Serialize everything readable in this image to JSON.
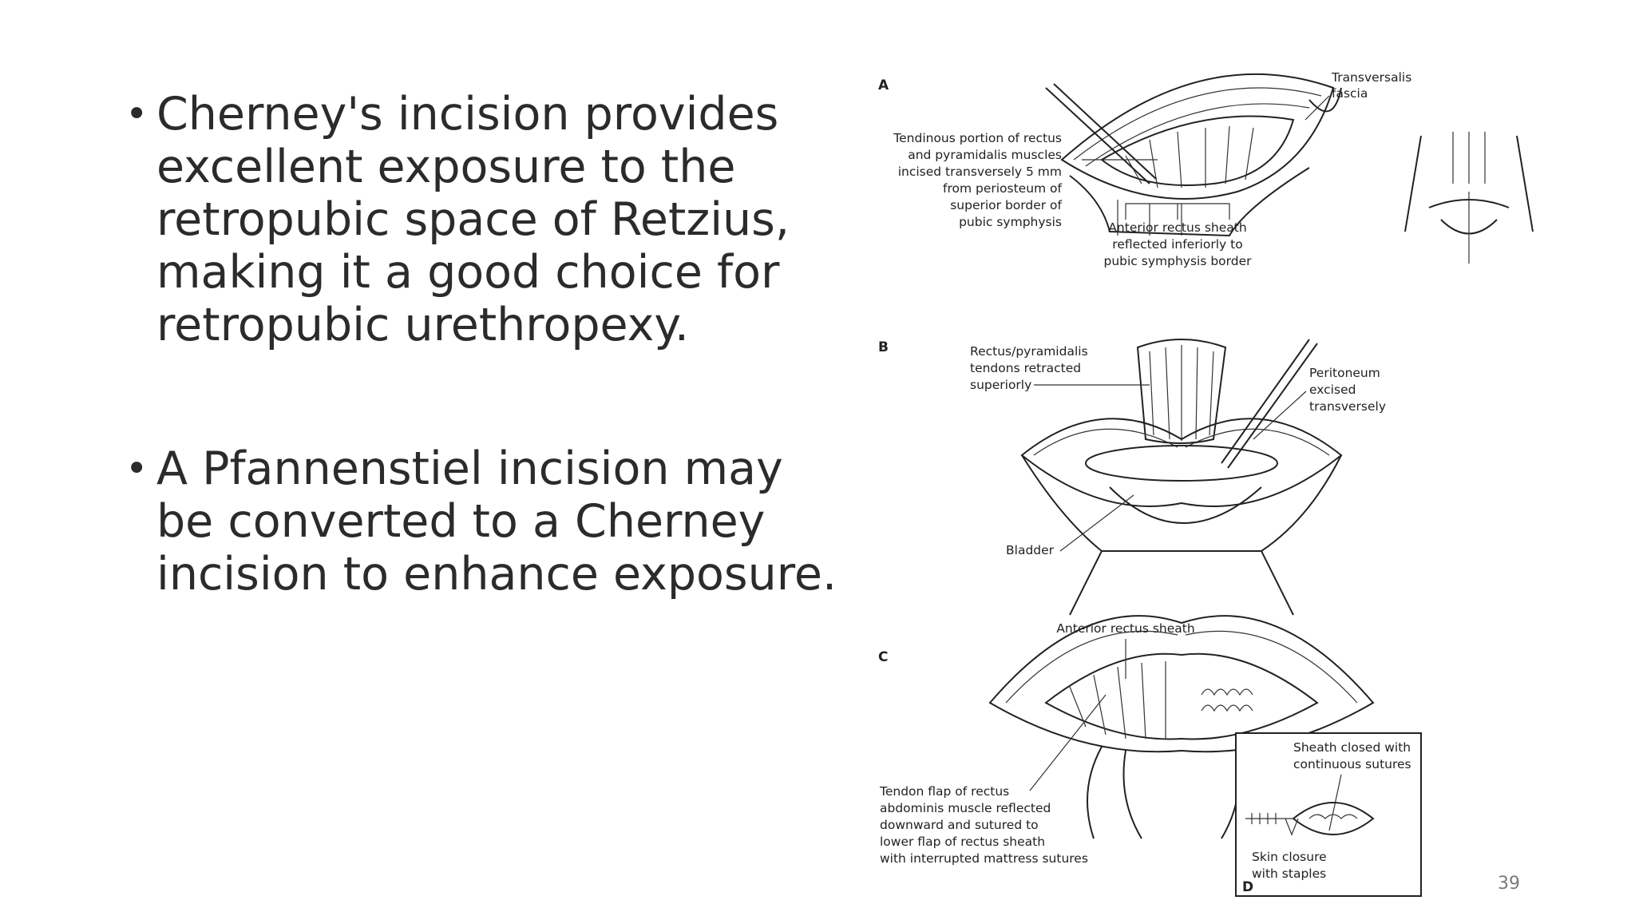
{
  "bullets": [
    "Cherney's incision provides excellent exposure to the retropubic space of Retzius, making it a good choice for retropubic urethropexy.",
    "A Pfannenstiel incision may be converted to a Cherney incision to enhance exposure."
  ],
  "figure": {
    "panel_a": {
      "letter": "A",
      "label_transversalis": [
        "Transversalis",
        "fascia"
      ],
      "label_tendinous": [
        "Tendinous portion of rectus",
        "and pyramidalis muscles",
        "incised transversely 5 mm",
        "from periosteum of",
        "superior border of",
        "pubic symphysis"
      ],
      "label_anterior_sheath": [
        "Anterior rectus sheath",
        "reflected inferiorly to",
        "pubic symphysis border"
      ]
    },
    "panel_b": {
      "letter": "B",
      "label_rectus": [
        "Rectus/pyramidalis",
        "tendons retracted",
        "superiorly"
      ],
      "label_peritoneum": [
        "Peritoneum",
        "excised",
        "transversely"
      ],
      "label_bladder": "Bladder"
    },
    "panel_c": {
      "letter": "C",
      "label_anterior_sheath": "Anterior rectus sheath",
      "label_tendon_flap": [
        "Tendon flap of rectus",
        "abdominis muscle reflected",
        "downward and sutured to",
        "lower flap of rectus sheath",
        "with interrupted mattress sutures"
      ]
    },
    "panel_d": {
      "letter": "D",
      "label_sheath_closed": [
        "Sheath closed with",
        "continuous sutures"
      ],
      "label_skin_closure": [
        "Skin closure",
        "with staples"
      ]
    }
  },
  "page_number": "39"
}
